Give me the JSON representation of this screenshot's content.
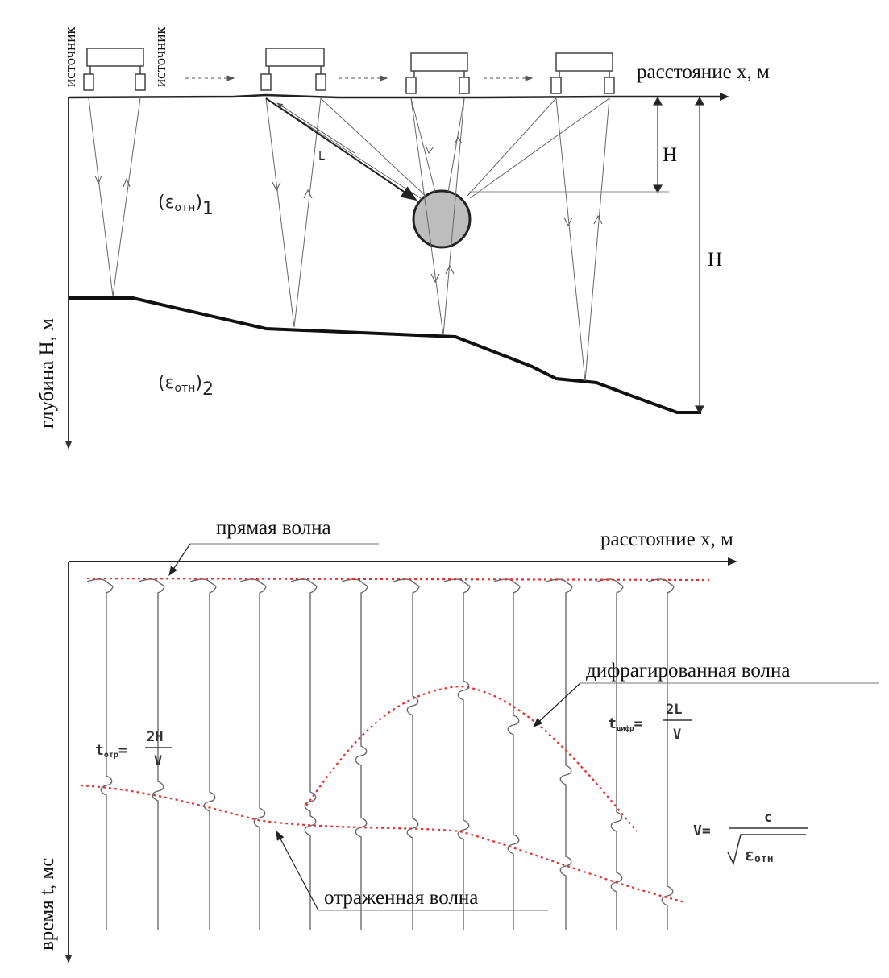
{
  "top_diagram": {
    "source_label_1": "источник",
    "source_label_2": "источник",
    "x_axis_label": "расстояние x, м",
    "y_axis_label": "глубина H, м",
    "layer1_label": "(ε",
    "layer1_sub": "отн",
    "layer1_index": "1",
    "layer2_label": "(ε",
    "layer2_sub": "отн",
    "layer2_index": "2",
    "close_paren": ")",
    "depth_label_object": "H",
    "depth_label_boundary": "H",
    "path_label": "L"
  },
  "bottom_diagram": {
    "x_axis_label": "расстояние x, м",
    "y_axis_label": "время t, мс",
    "direct_wave_label": "прямая волна",
    "diffracted_wave_label": "дифрагированная волна",
    "reflected_wave_label": "отраженная волна",
    "formula_reflected": {
      "t": "t",
      "sub": "отр",
      "eq": "=",
      "num": "2H",
      "den": "V"
    },
    "formula_diffracted": {
      "t": "t",
      "sub": "дифр",
      "eq": "=",
      "num": "2L",
      "den": "V"
    },
    "formula_velocity": {
      "lhs": "V=",
      "num": "c",
      "den": "ε",
      "den_sub": "отн"
    },
    "dashed_color": "#e03030"
  }
}
